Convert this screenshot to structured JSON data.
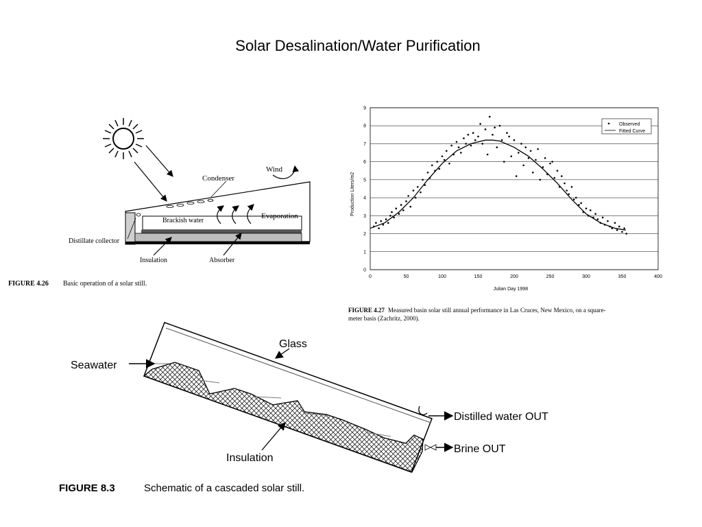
{
  "slide": {
    "title": "Solar Desalination/Water Purification"
  },
  "fig426": {
    "labels": {
      "wind": "Wind",
      "condenser": "Condenser",
      "evaporation": "Evaporation",
      "brackish_water": "Brackish water",
      "distillate_collector": "Distillate collector",
      "insulation": "Insulation",
      "absorber": "Absorber"
    },
    "caption_number": "FIGURE 4.26",
    "caption_text": "Basic operation of a solar still."
  },
  "fig427": {
    "caption_number": "FIGURE 4.27",
    "caption_line1": "Measured basin solar still annual performance in Las Cruces, New Mexico, on a square-",
    "caption_line2": "meter basis (Zachritz, 2000)."
  },
  "chart_data": {
    "type": "scatter",
    "title": "",
    "xlabel": "Julian Day 1998",
    "ylabel": "Production Liters/m2",
    "xlim": [
      0,
      400
    ],
    "ylim": [
      0,
      9
    ],
    "xticks": [
      0,
      50,
      100,
      150,
      200,
      250,
      300,
      350,
      400
    ],
    "yticks": [
      0,
      1,
      2,
      3,
      4,
      5,
      6,
      7,
      8,
      9
    ],
    "grid": "horizontal",
    "legend": "top-right",
    "series": [
      {
        "name": "Observed",
        "kind": "points",
        "x": [
          5,
          8,
          12,
          15,
          18,
          22,
          25,
          28,
          30,
          33,
          36,
          40,
          43,
          46,
          50,
          53,
          56,
          60,
          63,
          66,
          70,
          73,
          76,
          80,
          83,
          86,
          90,
          93,
          96,
          100,
          103,
          106,
          110,
          113,
          116,
          120,
          123,
          126,
          130,
          133,
          136,
          140,
          143,
          146,
          150,
          153,
          156,
          160,
          163,
          166,
          170,
          173,
          176,
          180,
          183,
          186,
          190,
          193,
          196,
          200,
          203,
          206,
          210,
          213,
          216,
          220,
          223,
          226,
          230,
          233,
          236,
          240,
          243,
          246,
          250,
          253,
          256,
          260,
          263,
          266,
          270,
          273,
          276,
          280,
          283,
          286,
          290,
          293,
          296,
          300,
          303,
          306,
          310,
          313,
          316,
          320,
          323,
          326,
          330,
          333,
          336,
          340,
          343,
          346,
          350,
          353,
          356
        ],
        "y": [
          2.4,
          2.6,
          2.3,
          2.7,
          2.5,
          2.8,
          2.6,
          3.0,
          3.2,
          2.9,
          3.4,
          3.1,
          3.6,
          3.3,
          3.8,
          4.1,
          3.5,
          4.4,
          4.0,
          4.6,
          4.3,
          5.0,
          4.7,
          5.4,
          5.1,
          5.8,
          5.5,
          6.0,
          5.6,
          6.3,
          6.1,
          6.6,
          5.9,
          6.9,
          6.4,
          7.1,
          6.8,
          6.5,
          7.3,
          7.0,
          7.5,
          6.9,
          7.6,
          7.2,
          7.4,
          8.1,
          7.0,
          7.8,
          6.4,
          8.5,
          7.5,
          7.9,
          6.8,
          8.0,
          7.2,
          6.0,
          7.6,
          7.4,
          6.3,
          7.2,
          5.2,
          6.5,
          7.0,
          5.8,
          6.8,
          6.2,
          6.6,
          5.4,
          6.1,
          6.7,
          5.0,
          5.7,
          6.2,
          5.3,
          5.9,
          6.0,
          5.1,
          5.5,
          4.6,
          5.2,
          4.8,
          4.4,
          4.2,
          4.6,
          3.9,
          4.0,
          3.6,
          3.7,
          3.2,
          3.4,
          3.0,
          3.3,
          2.9,
          3.1,
          2.8,
          2.6,
          2.9,
          2.5,
          2.7,
          2.4,
          2.3,
          2.6,
          2.2,
          2.4,
          2.1,
          2.3,
          2.0
        ]
      },
      {
        "name": "Fitted Curve",
        "kind": "line",
        "x": [
          0,
          20,
          40,
          60,
          80,
          100,
          120,
          140,
          160,
          170,
          180,
          200,
          220,
          240,
          260,
          280,
          300,
          320,
          340,
          355
        ],
        "y": [
          2.3,
          2.6,
          3.2,
          4.0,
          5.0,
          5.9,
          6.6,
          7.0,
          7.2,
          7.2,
          7.15,
          6.8,
          6.3,
          5.6,
          4.8,
          3.9,
          3.1,
          2.6,
          2.3,
          2.2
        ]
      }
    ]
  },
  "fig83": {
    "labels": {
      "glass": "Glass",
      "seawater": "Seawater",
      "distilled_out": "Distilled water OUT",
      "brine_out": "Brine OUT",
      "insulation": "Insulation"
    },
    "caption_number": "FIGURE 8.3",
    "caption_text": "Schematic of a cascaded solar still."
  }
}
